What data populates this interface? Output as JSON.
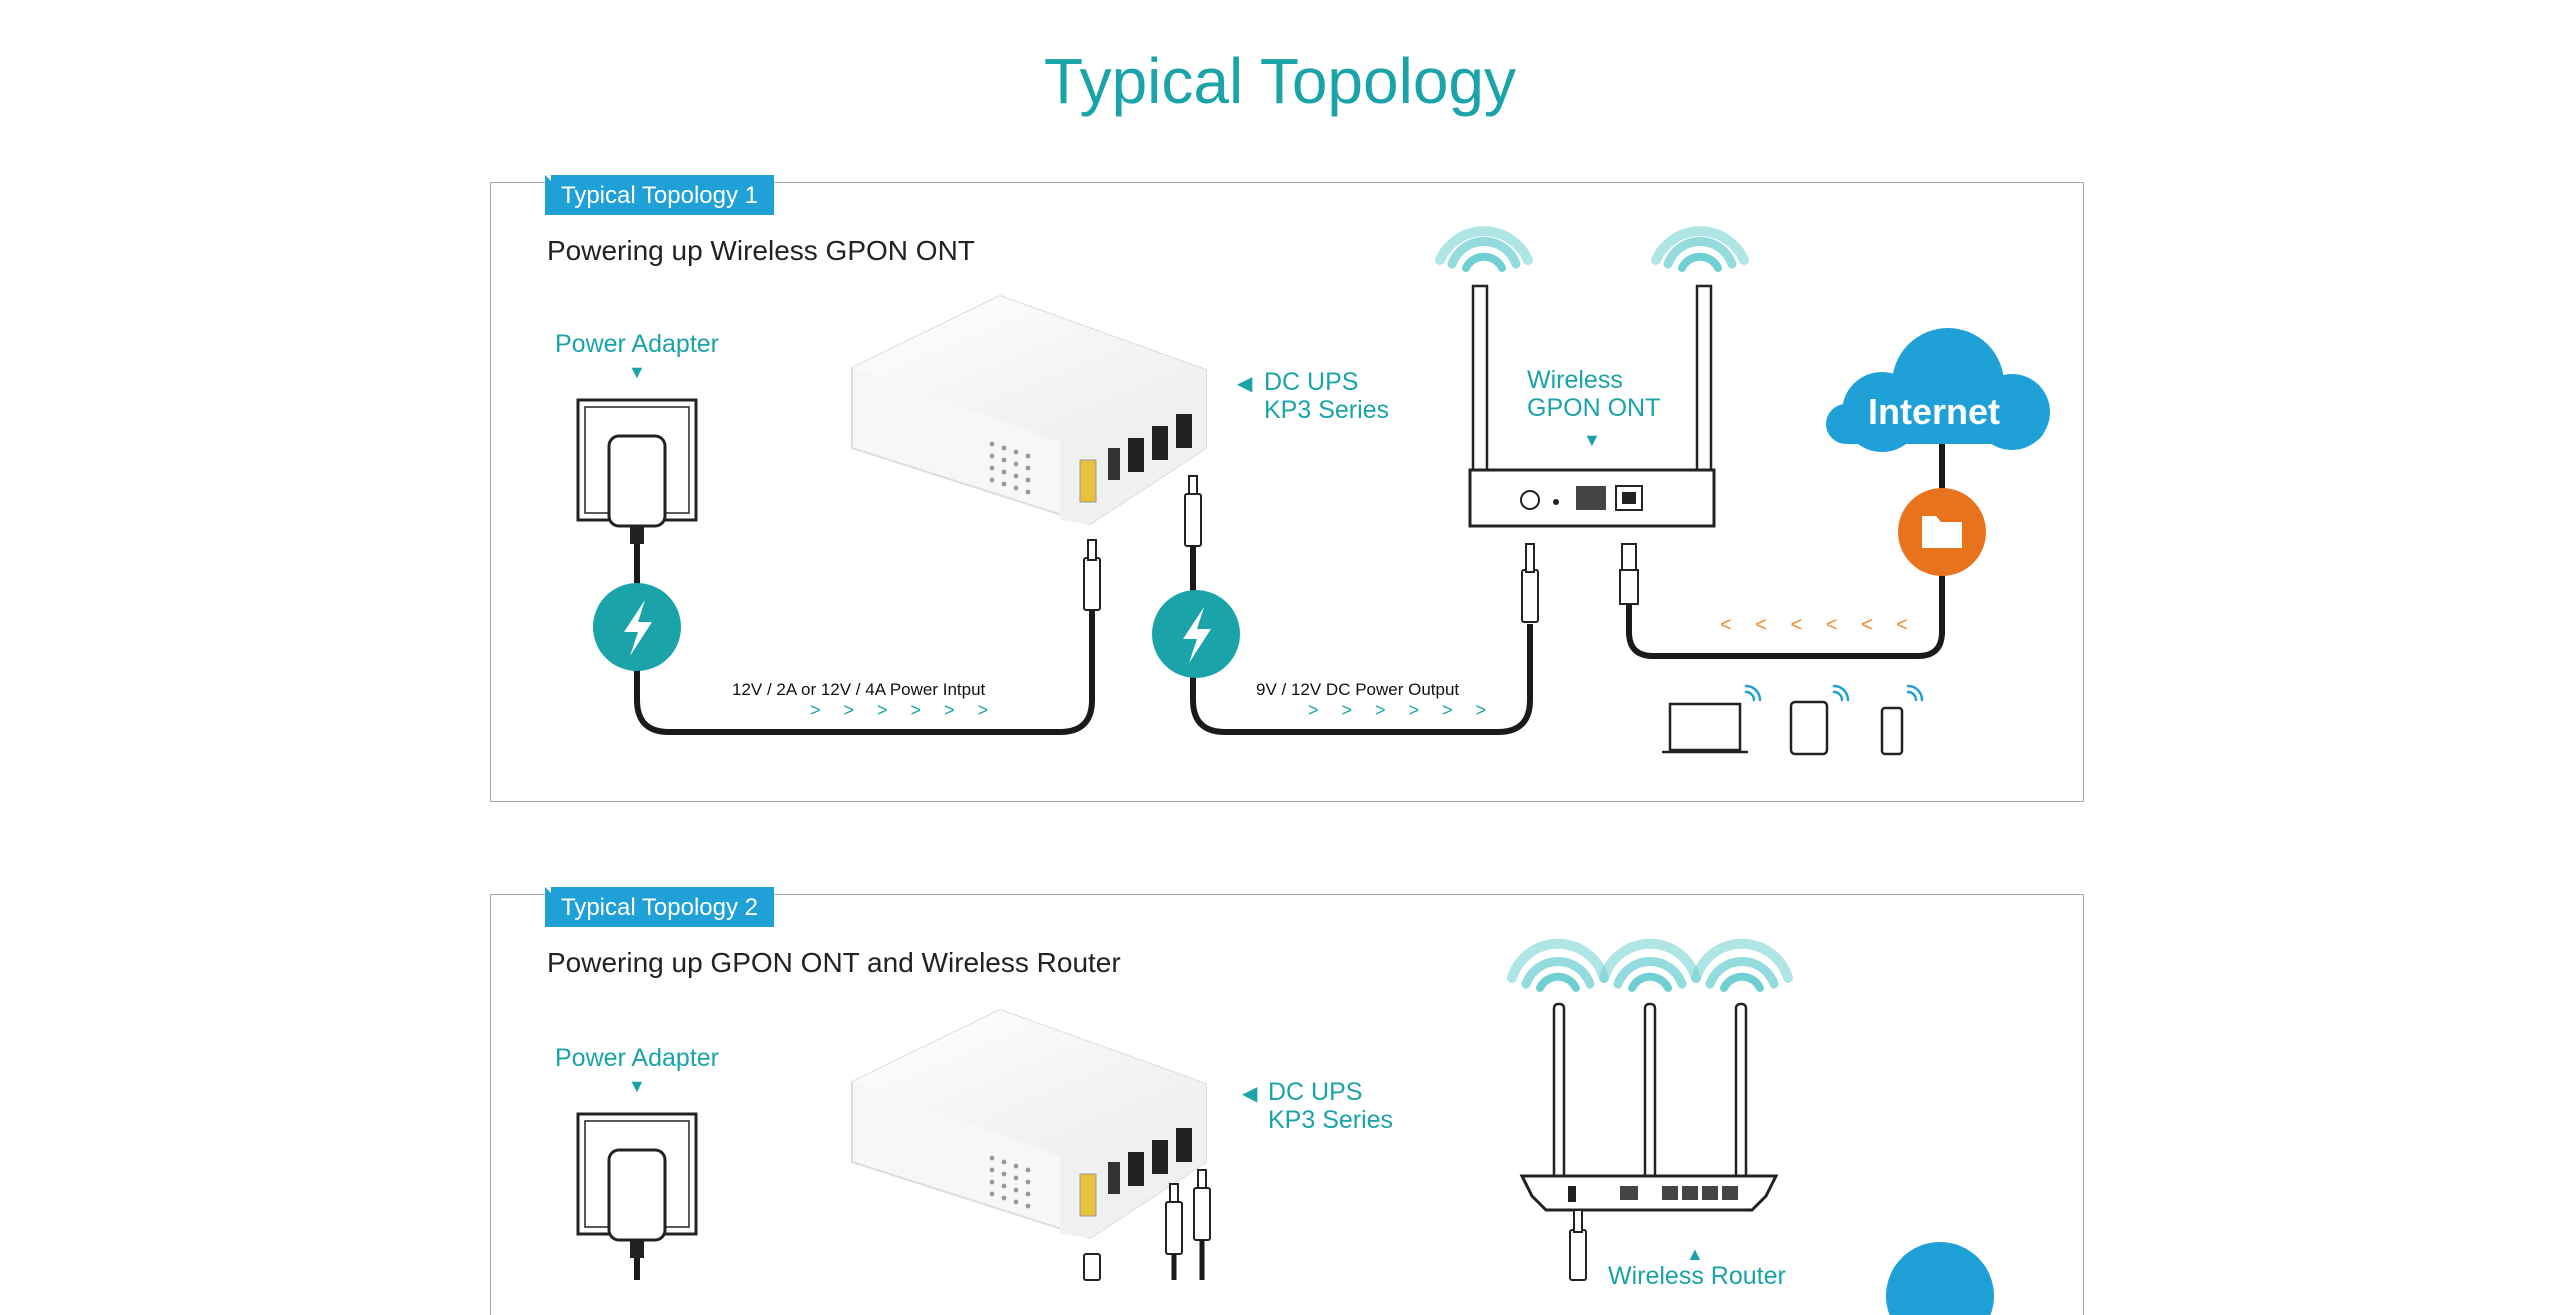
{
  "page": {
    "title": "Typical Topology"
  },
  "topology1": {
    "tab": "Typical Topology 1",
    "subtitle": "Powering up Wireless GPON ONT",
    "power_adapter": "Power Adapter",
    "ups_line1": "DC UPS",
    "ups_line2": "KP3 Series",
    "ont_line1": "Wireless",
    "ont_line2": "GPON ONT",
    "internet": "Internet",
    "input_label": "12V / 2A or 12V / 4A Power Intput",
    "output_label": "9V / 12V DC Power Output",
    "arrows_right": "> > > > > >",
    "arrows_left": "< < < < < <"
  },
  "topology2": {
    "tab": "Typical Topology 2",
    "subtitle": "Powering up GPON ONT and Wireless Router",
    "power_adapter": "Power Adapter",
    "ups_line1": "DC UPS",
    "ups_line2": "KP3 Series",
    "router_label": "Wireless Router"
  },
  "colors": {
    "teal": "#1aa3a8",
    "blue": "#1fa0d7",
    "orange": "#e8731c",
    "cable": "#1a1a1a"
  }
}
